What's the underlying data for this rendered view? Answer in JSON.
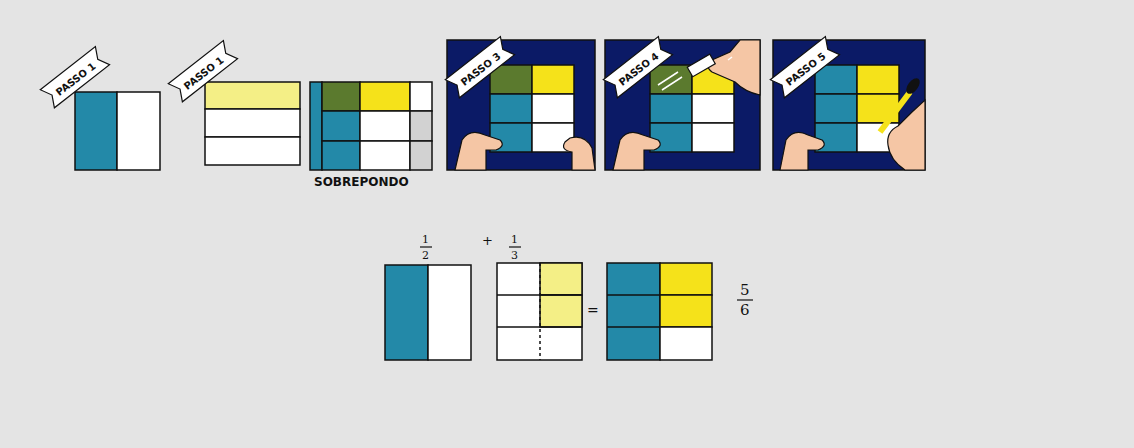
{
  "diagram": {
    "nodes": [
      {
        "text": [
          "PASSO 1"
        ]
      },
      {
        "text": [
          "PASSO 1"
        ]
      },
      {
        "text": [
          "PASSO 3"
        ]
      },
      {
        "text": [
          "PASSO 4"
        ]
      },
      {
        "text": [
          "PASSO 5"
        ]
      }
    ],
    "labels": [
      "SOBREPONDO",
      "1",
      "2",
      "+",
      "1",
      "3",
      "=",
      "5",
      "6"
    ]
  }
}
